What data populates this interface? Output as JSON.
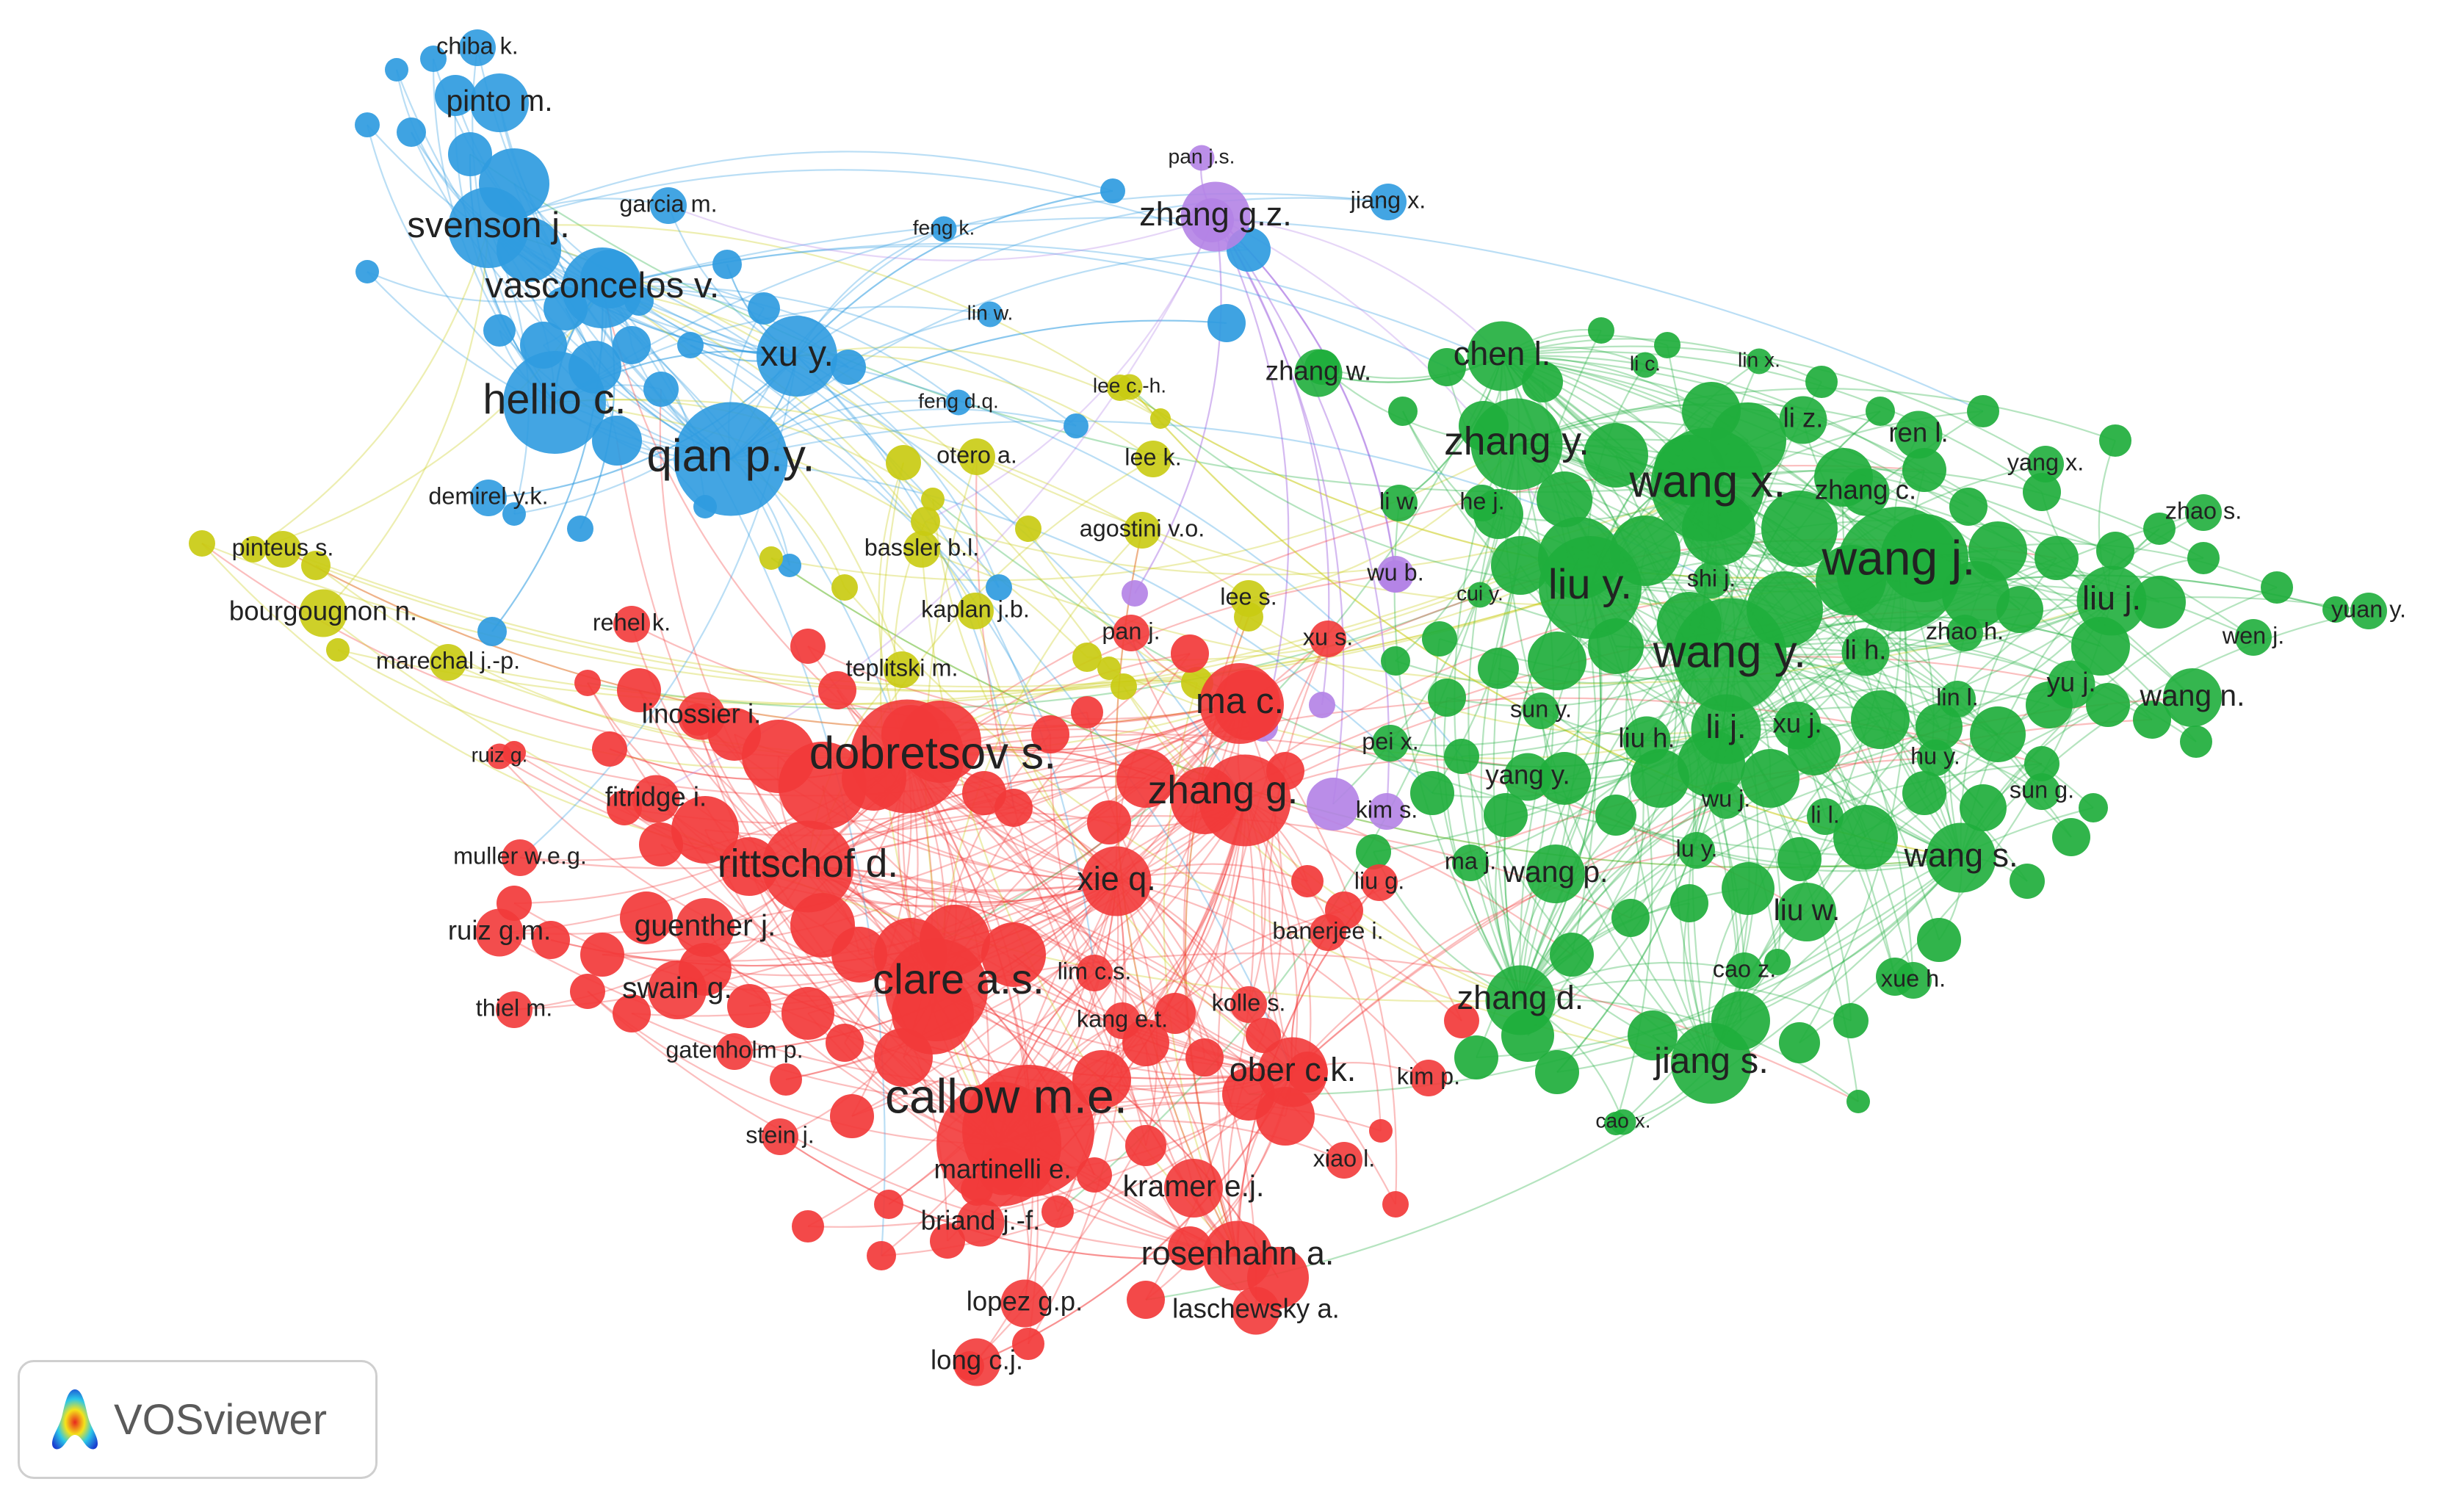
{
  "app_badge": {
    "label": "VOSviewer",
    "icon": "vosviewer-logo-icon"
  },
  "colors": {
    "cluster_red": "#f23a3a",
    "cluster_green": "#1fae3c",
    "cluster_blue": "#2f9be0",
    "cluster_yellow": "#c9cb12",
    "cluster_purple": "#b483e6",
    "label_text": "#222222",
    "background": "#ffffff"
  },
  "clusters": [
    "red",
    "green",
    "blue",
    "yellow",
    "purple"
  ],
  "nodes": [
    {
      "label": "chiba k.",
      "cluster": "blue",
      "weight": 2
    },
    {
      "label": "pinto m.",
      "cluster": "blue",
      "weight": 4
    },
    {
      "label": "svenson j.",
      "cluster": "blue",
      "weight": 6
    },
    {
      "label": "garcia m.",
      "cluster": "blue",
      "weight": 2
    },
    {
      "label": "vasconcelos v.",
      "cluster": "blue",
      "weight": 6
    },
    {
      "label": "xu y.",
      "cluster": "blue",
      "weight": 6
    },
    {
      "label": "hellio c.",
      "cluster": "blue",
      "weight": 8
    },
    {
      "label": "qian p.y.",
      "cluster": "blue",
      "weight": 9
    },
    {
      "label": "demirel y.k.",
      "cluster": "blue",
      "weight": 2
    },
    {
      "label": "feng k.",
      "cluster": "blue",
      "weight": 1
    },
    {
      "label": "lin w.",
      "cluster": "blue",
      "weight": 1
    },
    {
      "label": "feng d.q.",
      "cluster": "blue",
      "weight": 1
    },
    {
      "label": "jiang x.",
      "cluster": "blue",
      "weight": 2
    },
    {
      "label": "pan j.s.",
      "cluster": "purple",
      "weight": 1
    },
    {
      "label": "zhang g.z.",
      "cluster": "purple",
      "weight": 5
    },
    {
      "label": "wu b.",
      "cluster": "purple",
      "weight": 2
    },
    {
      "label": "pinteus s.",
      "cluster": "yellow",
      "weight": 2
    },
    {
      "label": "bourgougnon n.",
      "cluster": "yellow",
      "weight": 3
    },
    {
      "label": "marechal j.-p.",
      "cluster": "yellow",
      "weight": 2
    },
    {
      "label": "lee c.-h.",
      "cluster": "yellow",
      "weight": 1
    },
    {
      "label": "otero a.",
      "cluster": "yellow",
      "weight": 2
    },
    {
      "label": "lee k.",
      "cluster": "yellow",
      "weight": 2
    },
    {
      "label": "agostini v.o.",
      "cluster": "yellow",
      "weight": 2
    },
    {
      "label": "bassler b.l.",
      "cluster": "yellow",
      "weight": 2
    },
    {
      "label": "kaplan j.b.",
      "cluster": "yellow",
      "weight": 2
    },
    {
      "label": "lee s.",
      "cluster": "yellow",
      "weight": 2
    },
    {
      "label": "teplitski m.",
      "cluster": "yellow",
      "weight": 2
    },
    {
      "label": "rehel k.",
      "cluster": "red",
      "weight": 2
    },
    {
      "label": "linossier i.",
      "cluster": "red",
      "weight": 3
    },
    {
      "label": "ruiz g.",
      "cluster": "red",
      "weight": 1
    },
    {
      "label": "dobretsov s.",
      "cluster": "red",
      "weight": 9
    },
    {
      "label": "fitridge i.",
      "cluster": "red",
      "weight": 3
    },
    {
      "label": "muller w.e.g.",
      "cluster": "red",
      "weight": 2
    },
    {
      "label": "rittschof d.",
      "cluster": "red",
      "weight": 7
    },
    {
      "label": "ruiz g.m.",
      "cluster": "red",
      "weight": 3
    },
    {
      "label": "guenther j.",
      "cluster": "red",
      "weight": 4
    },
    {
      "label": "swain g.",
      "cluster": "red",
      "weight": 4
    },
    {
      "label": "thiel m.",
      "cluster": "red",
      "weight": 2
    },
    {
      "label": "clare a.s.",
      "cluster": "red",
      "weight": 8
    },
    {
      "label": "gatenholm p.",
      "cluster": "red",
      "weight": 2
    },
    {
      "label": "callow m.e.",
      "cluster": "red",
      "weight": 10
    },
    {
      "label": "stein j.",
      "cluster": "red",
      "weight": 2
    },
    {
      "label": "martinelli e.",
      "cluster": "red",
      "weight": 3
    },
    {
      "label": "briand j.-f.",
      "cluster": "red",
      "weight": 3
    },
    {
      "label": "lopez g.p.",
      "cluster": "red",
      "weight": 3
    },
    {
      "label": "long c.j.",
      "cluster": "red",
      "weight": 3
    },
    {
      "label": "laschewsky a.",
      "cluster": "red",
      "weight": 3
    },
    {
      "label": "rosenhahn a.",
      "cluster": "red",
      "weight": 5
    },
    {
      "label": "kramer e.j.",
      "cluster": "red",
      "weight": 4
    },
    {
      "label": "xiao l.",
      "cluster": "red",
      "weight": 2
    },
    {
      "label": "ober c.k.",
      "cluster": "red",
      "weight": 5
    },
    {
      "label": "kim p.",
      "cluster": "red",
      "weight": 2
    },
    {
      "label": "kolle s.",
      "cluster": "red",
      "weight": 2
    },
    {
      "label": "kang e.t.",
      "cluster": "red",
      "weight": 2
    },
    {
      "label": "lim c.s.",
      "cluster": "red",
      "weight": 2
    },
    {
      "label": "xie q.",
      "cluster": "red",
      "weight": 5
    },
    {
      "label": "zhang g.",
      "cluster": "red",
      "weight": 7
    },
    {
      "label": "ma c.",
      "cluster": "red",
      "weight": 6
    },
    {
      "label": "pan j.",
      "cluster": "red",
      "weight": 2
    },
    {
      "label": "xu s.",
      "cluster": "red",
      "weight": 2
    },
    {
      "label": "liu g.",
      "cluster": "red",
      "weight": 2
    },
    {
      "label": "banerjee i.",
      "cluster": "red",
      "weight": 2
    },
    {
      "label": "kim s.",
      "cluster": "purple",
      "weight": 2
    },
    {
      "label": "zhang w.",
      "cluster": "green",
      "weight": 3
    },
    {
      "label": "chen l.",
      "cluster": "green",
      "weight": 5
    },
    {
      "label": "li c.",
      "cluster": "green",
      "weight": 1
    },
    {
      "label": "lin x.",
      "cluster": "green",
      "weight": 1
    },
    {
      "label": "zhang y.",
      "cluster": "green",
      "weight": 7
    },
    {
      "label": "li z.",
      "cluster": "green",
      "weight": 3
    },
    {
      "label": "ren l.",
      "cluster": "green",
      "weight": 3
    },
    {
      "label": "yang x.",
      "cluster": "green",
      "weight": 2
    },
    {
      "label": "li w.",
      "cluster": "green",
      "weight": 2
    },
    {
      "label": "he j.",
      "cluster": "green",
      "weight": 2
    },
    {
      "label": "wang x.",
      "cluster": "green",
      "weight": 9
    },
    {
      "label": "zhang c.",
      "cluster": "green",
      "weight": 3
    },
    {
      "label": "zhao s.",
      "cluster": "green",
      "weight": 2
    },
    {
      "label": "wang j.",
      "cluster": "green",
      "weight": 10
    },
    {
      "label": "cui y.",
      "cluster": "green",
      "weight": 1
    },
    {
      "label": "liu y.",
      "cluster": "green",
      "weight": 8
    },
    {
      "label": "shi j.",
      "cluster": "green",
      "weight": 2
    },
    {
      "label": "liu j.",
      "cluster": "green",
      "weight": 5
    },
    {
      "label": "yuan y.",
      "cluster": "green",
      "weight": 2
    },
    {
      "label": "zhao h.",
      "cluster": "green",
      "weight": 2
    },
    {
      "label": "wen j.",
      "cluster": "green",
      "weight": 2
    },
    {
      "label": "wang y.",
      "cluster": "green",
      "weight": 9
    },
    {
      "label": "li h.",
      "cluster": "green",
      "weight": 3
    },
    {
      "label": "yu j.",
      "cluster": "green",
      "weight": 3
    },
    {
      "label": "lin l.",
      "cluster": "green",
      "weight": 2
    },
    {
      "label": "wang n.",
      "cluster": "green",
      "weight": 4
    },
    {
      "label": "sun y.",
      "cluster": "green",
      "weight": 2
    },
    {
      "label": "li j.",
      "cluster": "green",
      "weight": 5
    },
    {
      "label": "xu j.",
      "cluster": "green",
      "weight": 3
    },
    {
      "label": "liu h.",
      "cluster": "green",
      "weight": 3
    },
    {
      "label": "pei x.",
      "cluster": "green",
      "weight": 2
    },
    {
      "label": "yang y.",
      "cluster": "green",
      "weight": 3
    },
    {
      "label": "hu y.",
      "cluster": "green",
      "weight": 2
    },
    {
      "label": "wu j.",
      "cluster": "green",
      "weight": 2
    },
    {
      "label": "sun g.",
      "cluster": "green",
      "weight": 2
    },
    {
      "label": "li l.",
      "cluster": "green",
      "weight": 2
    },
    {
      "label": "lu y.",
      "cluster": "green",
      "weight": 2
    },
    {
      "label": "ma j.",
      "cluster": "green",
      "weight": 2
    },
    {
      "label": "wang p.",
      "cluster": "green",
      "weight": 4
    },
    {
      "label": "wang s.",
      "cluster": "green",
      "weight": 5
    },
    {
      "label": "liu w.",
      "cluster": "green",
      "weight": 4
    },
    {
      "label": "cao z.",
      "cluster": "green",
      "weight": 2
    },
    {
      "label": "xue h.",
      "cluster": "green",
      "weight": 2
    },
    {
      "label": "zhang d.",
      "cluster": "green",
      "weight": 5
    },
    {
      "label": "jiang s.",
      "cluster": "green",
      "weight": 6
    },
    {
      "label": "cao x.",
      "cluster": "green",
      "weight": 1
    }
  ]
}
